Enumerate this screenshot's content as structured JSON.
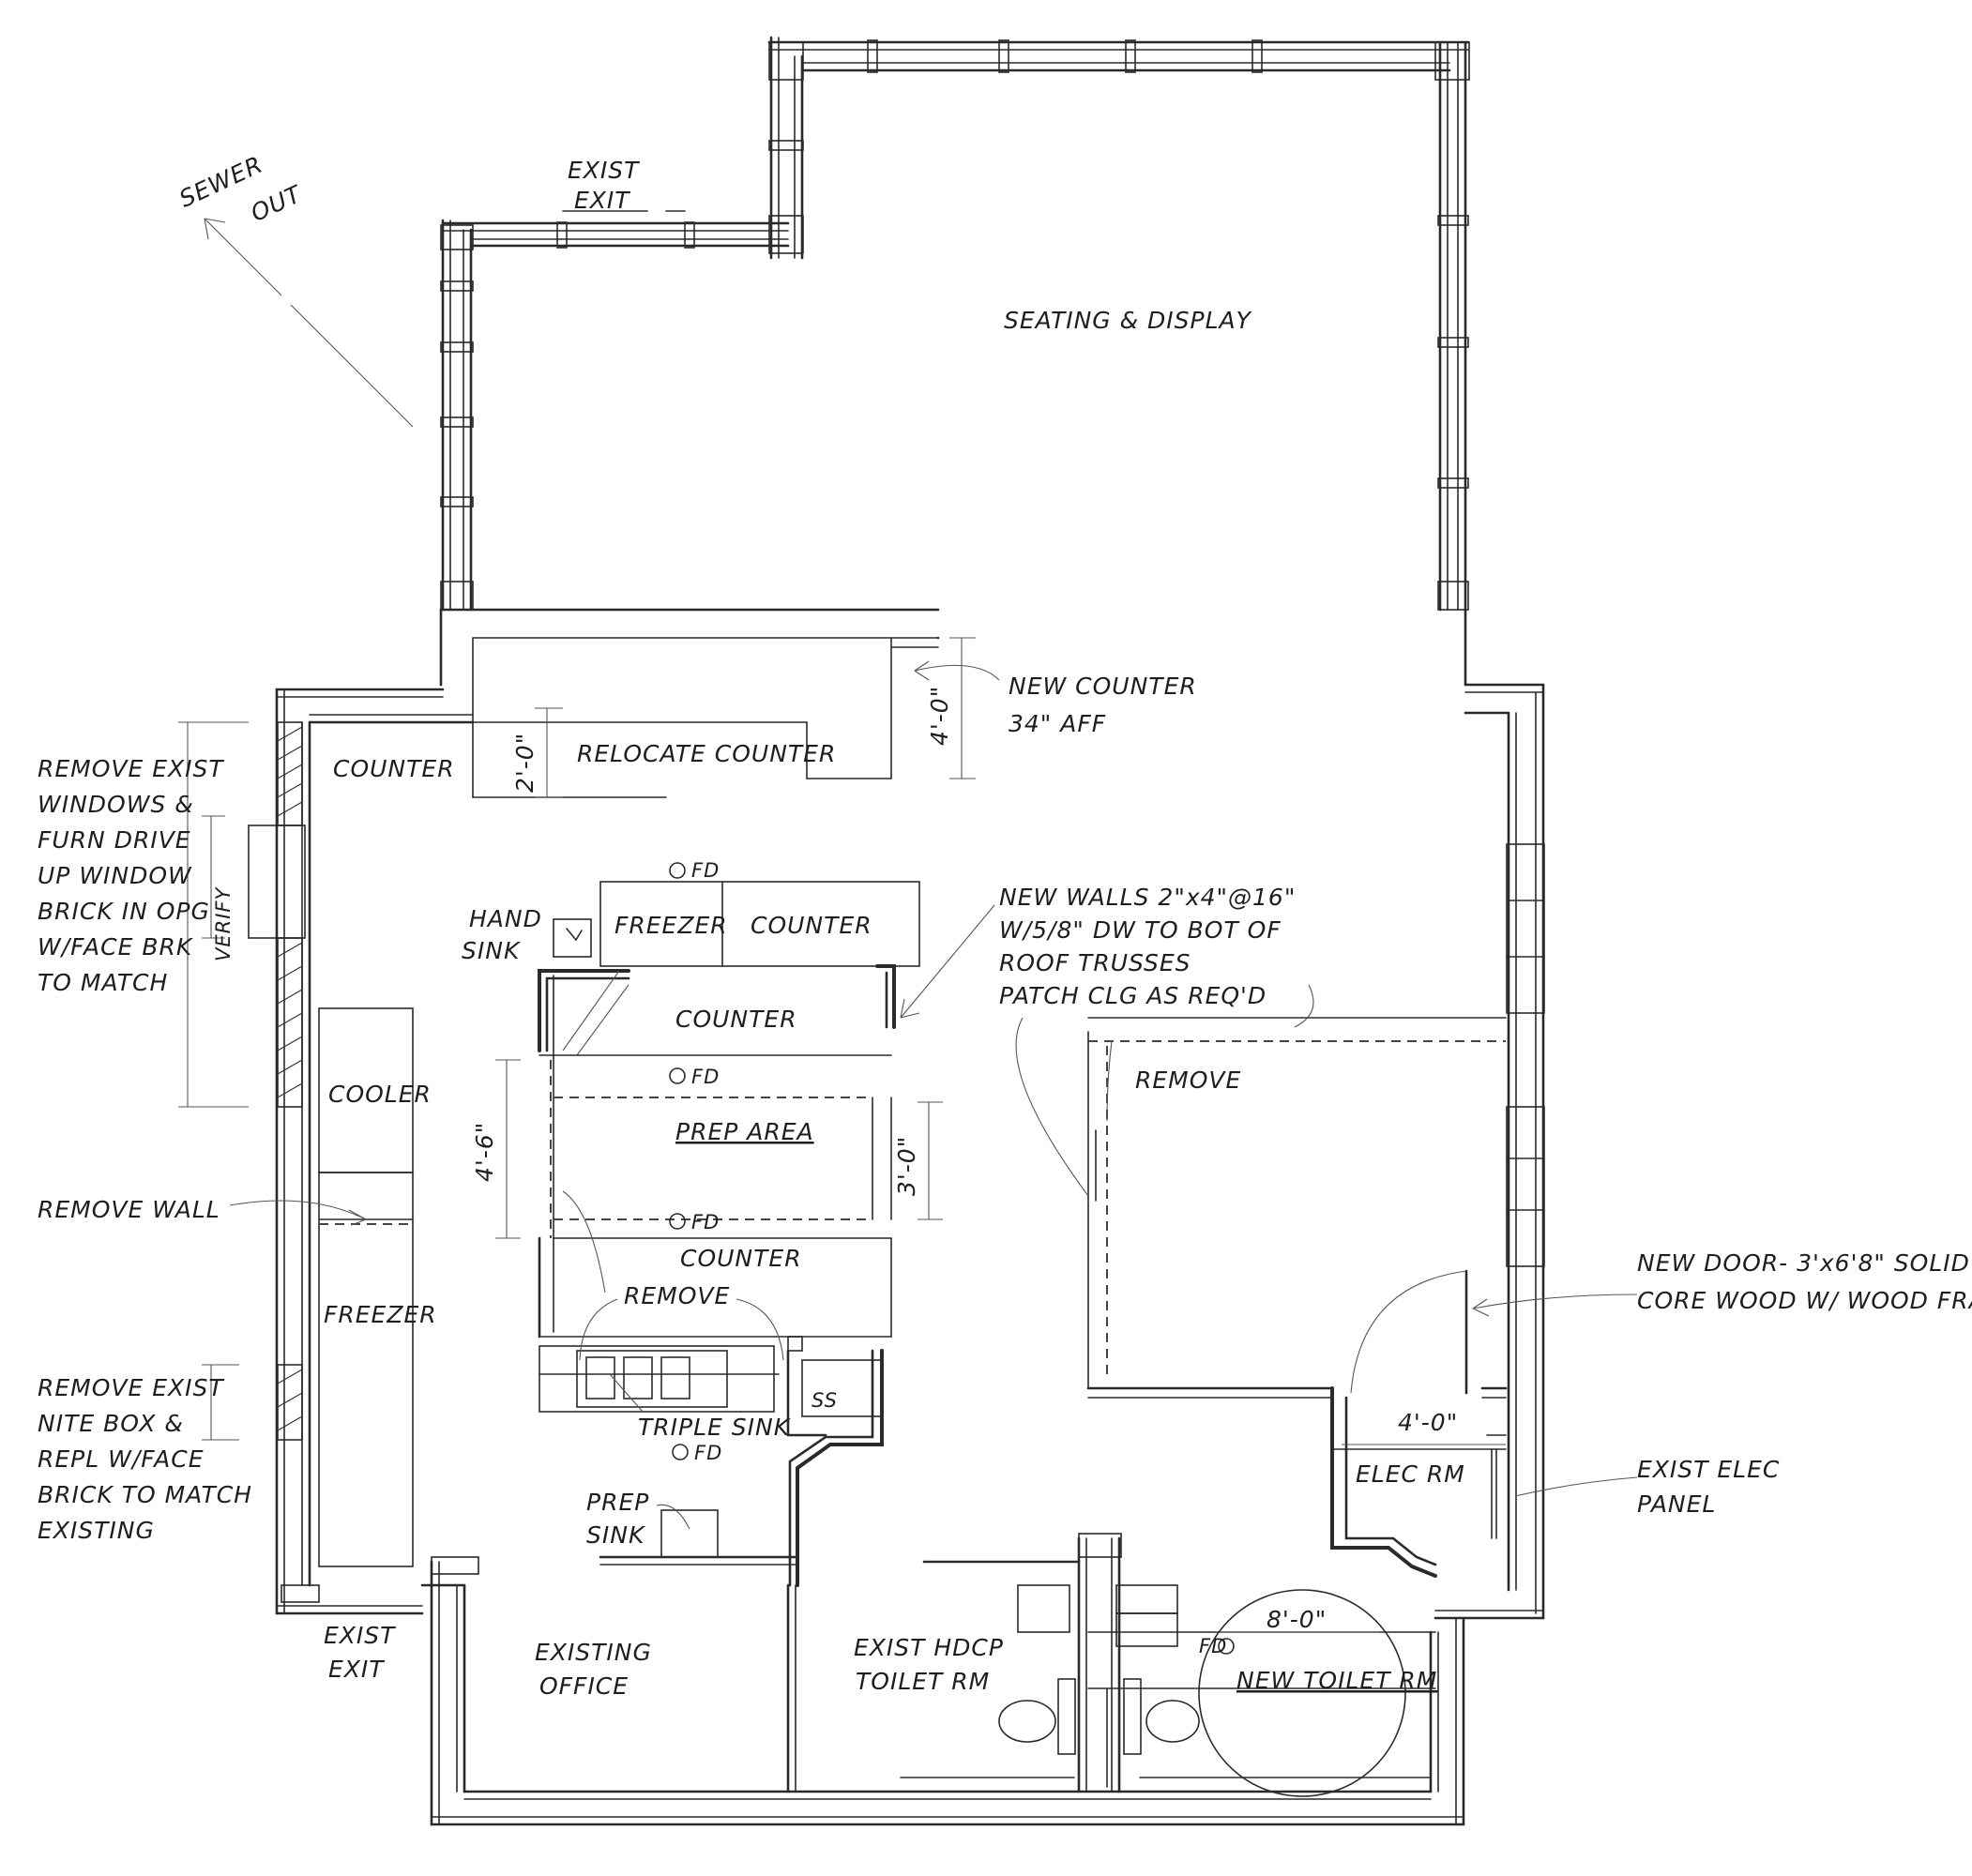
{
  "labels": {
    "sewer_out_1": "SEWER",
    "sewer_out_2": "OUT",
    "exist_exit_top_1": "EXIST",
    "exist_exit_top_2": "EXIT",
    "seating_display": "SEATING & DISPLAY",
    "new_counter_1": "NEW COUNTER",
    "new_counter_2": "34\" AFF",
    "dim_4_0_counter": "4'-0\"",
    "dim_2_0": "2'-0\"",
    "relocate_counter": "RELOCATE COUNTER",
    "counter_left": "COUNTER",
    "remove_windows": [
      "REMOVE EXIST",
      "WINDOWS &",
      "FURN DRIVE",
      "UP WINDOW",
      "BRICK IN OPG",
      "W/FACE BRK",
      "TO MATCH"
    ],
    "verify": "VERIFY",
    "hand_sink_1": "HAND",
    "hand_sink_2": "SINK",
    "freezer_top": "FREEZER",
    "counter_top": "COUNTER",
    "fd": "FD",
    "new_walls": [
      "NEW WALLS 2\"x4\"@16\"",
      "W/5/8\" DW TO BOT OF",
      "ROOF TRUSSES",
      "PATCH CLG AS REQ'D"
    ],
    "counter_prep_top": "COUNTER",
    "prep_area": "PREP AREA",
    "dim_4_6": "4'-6\"",
    "dim_3_0": "3'-0\"",
    "cooler": "COOLER",
    "remove_right": "REMOVE",
    "remove_wall": "REMOVE WALL",
    "counter_prep_bottom": "COUNTER",
    "freezer_left": "FREEZER",
    "remove_center": "REMOVE",
    "ss": "SS",
    "triple_sink": "TRIPLE SINK",
    "new_door_1": "NEW DOOR- 3'x6'8\" SOLID",
    "new_door_2": "CORE WOOD W/ WOOD FRAME",
    "dim_4_0_elec": "4'-0\"",
    "elec_rm": "ELEC RM",
    "exist_elec_1": "EXIST ELEC",
    "exist_elec_2": "PANEL",
    "remove_nite_box": [
      "REMOVE EXIST",
      "NITE BOX &",
      "REPL W/FACE",
      "BRICK TO MATCH",
      "EXISTING"
    ],
    "prep_sink_1": "PREP",
    "prep_sink_2": "SINK",
    "exist_exit_bottom_1": "EXIST",
    "exist_exit_bottom_2": "EXIT",
    "existing_office_1": "EXISTING",
    "existing_office_2": "OFFICE",
    "hdcp_toilet_1": "EXIST HDCP",
    "hdcp_toilet_2": "TOILET RM",
    "dim_8_0": "8'-0\"",
    "new_toilet_rm": "NEW TOILET RM"
  },
  "colors": {
    "ink": "#2a2a2a",
    "paper": "#ffffff"
  }
}
